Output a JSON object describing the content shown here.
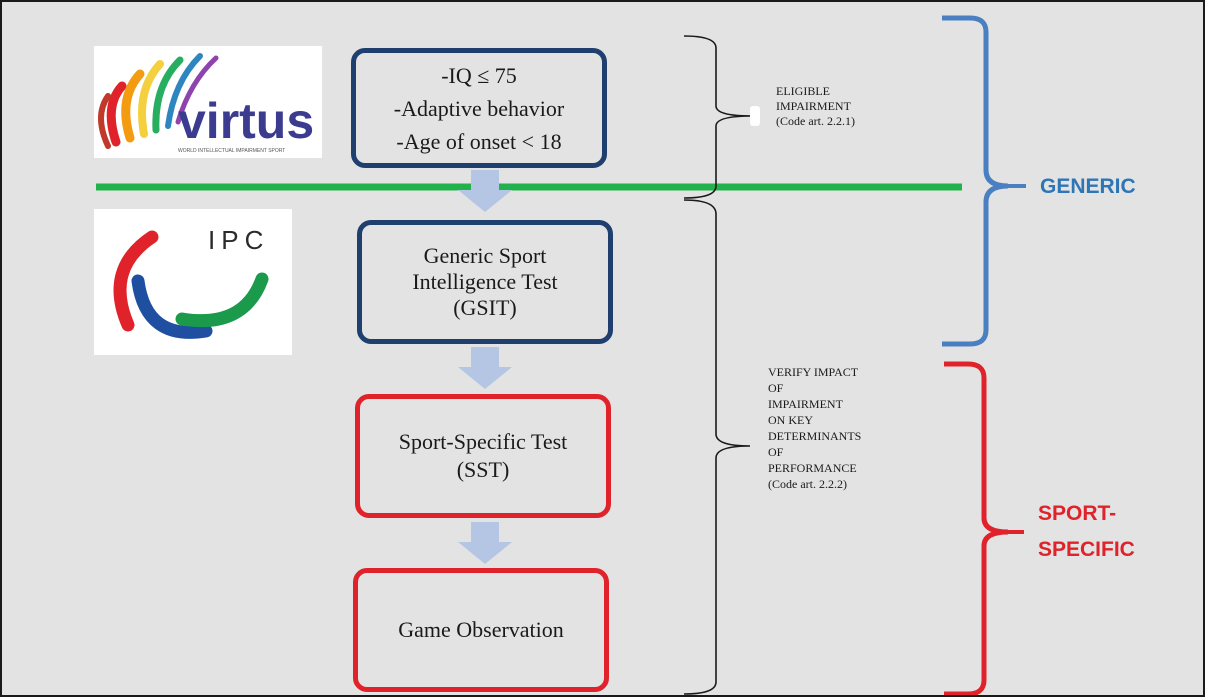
{
  "logos": {
    "virtus": {
      "wordmark": "virtus",
      "tagline": "WORLD INTELLECTUAL IMPAIRMENT SPORT"
    },
    "ipc": {
      "wordmark": "IPC"
    }
  },
  "steps": {
    "eligibility": {
      "lines": [
        "-IQ ≤ 75",
        "-Adaptive behavior",
        "-Age of onset < 18"
      ],
      "color": "#1f3f6e"
    },
    "gsit": {
      "lines": [
        "Generic Sport",
        "Intelligence Test",
        "(GSIT)"
      ],
      "color": "#1f3f6e"
    },
    "sst": {
      "lines": [
        "Sport-Specific Test",
        "(SST)"
      ],
      "color": "#e0232a"
    },
    "game_observation": {
      "lines": [
        "Game Observation"
      ],
      "color": "#e0232a"
    }
  },
  "notes": {
    "eligible": {
      "lines": [
        "ELIGIBLE",
        "IMPAIRMENT",
        "(Code art. 2.2.1)"
      ]
    },
    "verify": {
      "lines": [
        "VERIFY IMPACT",
        "OF",
        "IMPAIRMENT",
        "ON KEY",
        "DETERMINANTS",
        "OF",
        "PERFORMANCE",
        "(Code art. 2.2.2)"
      ]
    }
  },
  "categories": {
    "generic": {
      "lines": [
        "GENERIC"
      ],
      "color": "#2e75b6"
    },
    "sport_specific": {
      "lines": [
        "SPORT-",
        "SPECIFIC"
      ],
      "color": "#e0232a"
    }
  },
  "colors": {
    "divider": "#22b24c",
    "arrow": "#b4c6e3",
    "bracket_blue": "#4a7fc1",
    "bracket_red": "#e0232a",
    "bracket_black": "#1a1a1a"
  }
}
